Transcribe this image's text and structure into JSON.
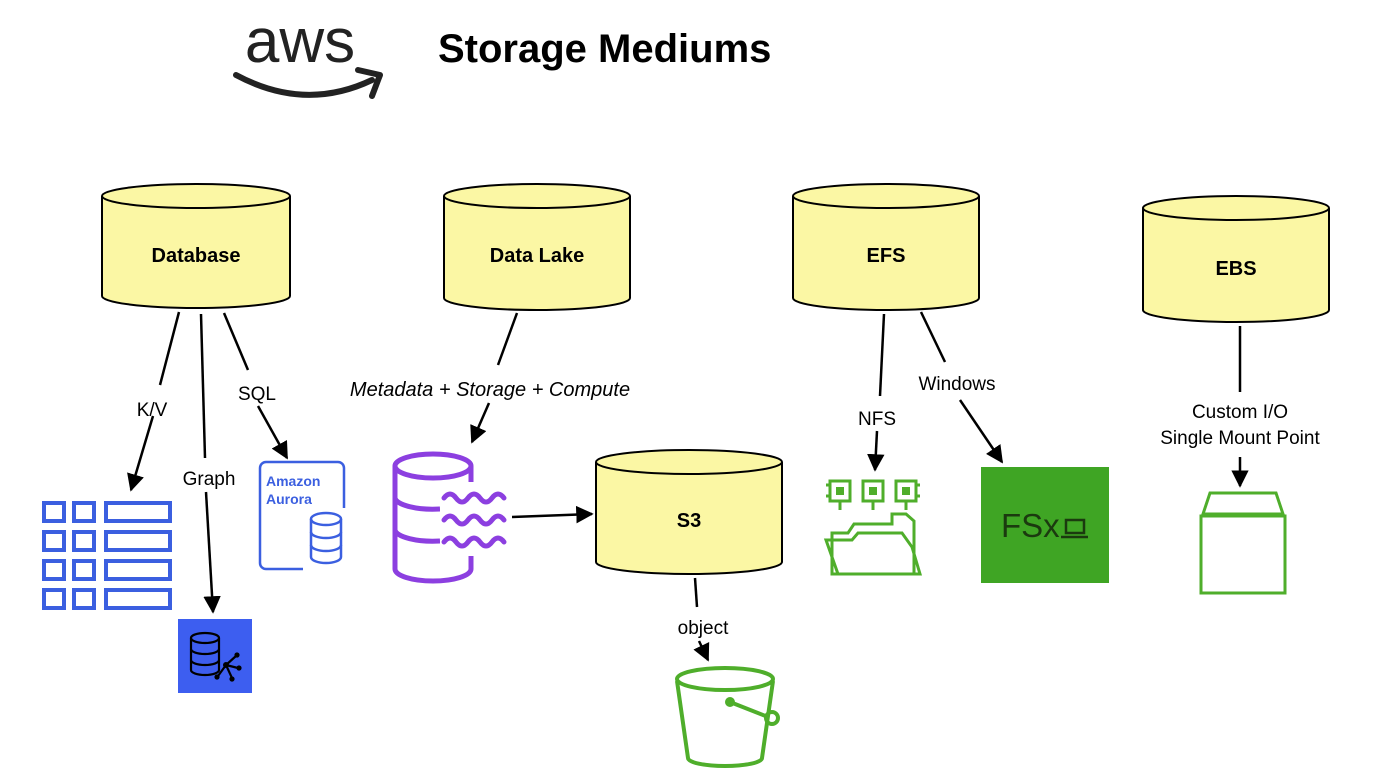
{
  "header": {
    "logo_text": "aws",
    "title": "Storage Mediums"
  },
  "cylinders": {
    "database": "Database",
    "datalake": "Data Lake",
    "efs": "EFS",
    "ebs": "EBS",
    "s3": "S3"
  },
  "edges": {
    "kv": "K/V",
    "graph": "Graph",
    "sql": "SQL",
    "metadata": "Metadata + Storage + Compute",
    "nfs": "NFS",
    "windows": "Windows",
    "custom_line1": "Custom I/O",
    "custom_line2": "Single Mount Point",
    "object": "object"
  },
  "icons": {
    "aurora_line1": "Amazon",
    "aurora_line2": "Aurora",
    "fsx_text": "FSx"
  },
  "colors": {
    "cylinder_fill": "#fbf7a4",
    "cylinder_stroke": "#000000",
    "blue": "#3b5fe0",
    "purple": "#8c3fe0",
    "green": "#4fae2b",
    "fsx_bg": "#3fa524"
  }
}
